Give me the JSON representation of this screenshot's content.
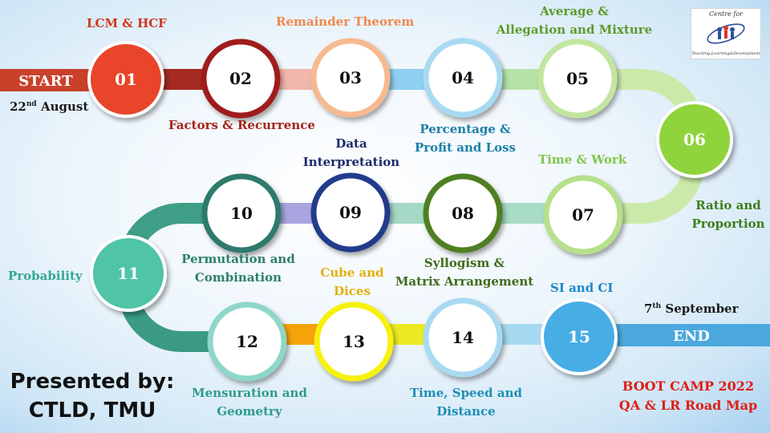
{
  "start": {
    "label": "START",
    "date_day": "22",
    "date_sup": "nd",
    "date_month": " August"
  },
  "end": {
    "label": "END",
    "date_day": "7",
    "date_sup": "th",
    "date_month": " September"
  },
  "steps": [
    {
      "num": "01",
      "topic": "LCM & HCF"
    },
    {
      "num": "02",
      "topic": "Factors & Recurrence"
    },
    {
      "num": "03",
      "topic": "Remainder Theorem"
    },
    {
      "num": "04",
      "topic": "Percentage & Profit and Loss"
    },
    {
      "num": "05",
      "topic": "Average & Allegation and Mixture"
    },
    {
      "num": "06",
      "topic": "Ratio and Proportion"
    },
    {
      "num": "07",
      "topic": "Time & Work"
    },
    {
      "num": "08",
      "topic": "Syllogism & Matrix Arrangement"
    },
    {
      "num": "09",
      "topic": "Data Interpretation"
    },
    {
      "num": "10",
      "topic": "Permutation and Combination"
    },
    {
      "num": "11",
      "topic": "Probability"
    },
    {
      "num": "12",
      "topic": "Mensuration and Geometry"
    },
    {
      "num": "13",
      "topic": "Cube and Dices"
    },
    {
      "num": "14",
      "topic": "Time, Speed and Distance"
    },
    {
      "num": "15",
      "topic": "SI and CI"
    }
  ],
  "labels": {
    "l04a": "Percentage &",
    "l04b": "Profit and Loss",
    "l05a": "Average &",
    "l05b": "Allegation and Mixture",
    "l06a": "Ratio and",
    "l06b": "Proportion",
    "l08a": "Syllogism &",
    "l08b": "Matrix Arrangement",
    "l09a": "Data",
    "l09b": "Interpretation",
    "l10a": "Permutation and",
    "l10b": "Combination",
    "l12a": "Mensuration and",
    "l12b": "Geometry",
    "l13a": "Cube and",
    "l13b": "Dices",
    "l14a": "Time, Speed and",
    "l14b": "Distance"
  },
  "presented_by": {
    "line1": "Presented by:",
    "line2": "CTLD, TMU"
  },
  "footer": {
    "line1": "BOOT CAMP 2022",
    "line2": "QA & LR Road Map"
  },
  "logo": {
    "top_text": "Centre for",
    "bottom_text": "Teaching,Learning&Development"
  },
  "colors": {
    "c01": "#e8452b",
    "c02": "#a01e1a",
    "c03": "#f7b98f",
    "c04": "#a8daf2",
    "c05": "#c2e6a0",
    "c06": "#8fd33d",
    "c07": "#b6e08a",
    "c08": "#4f7f20",
    "c09": "#233a8c",
    "c10": "#2e7a6c",
    "c11": "#4fc4a6",
    "c12": "#8ed7c8",
    "c13": "#f7f10a",
    "c14": "#a8daf2",
    "c15": "#46ade5"
  }
}
